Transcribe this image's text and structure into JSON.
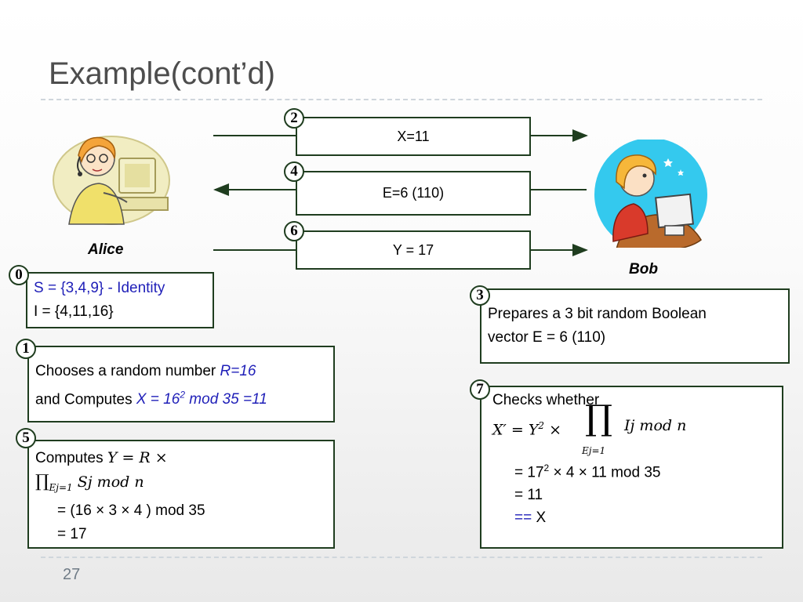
{
  "slide": {
    "title": "Example(cont’d)",
    "page_number": "27"
  },
  "actors": {
    "alice": "Alice",
    "bob": "Bob"
  },
  "messages": [
    {
      "step": "2",
      "label": "X=11",
      "direction": "right"
    },
    {
      "step": "4",
      "label": "E=6 (110)",
      "direction": "left"
    },
    {
      "step": "6",
      "label": "Y = 17",
      "direction": "right"
    }
  ],
  "step0": {
    "num": "0",
    "line1": "S = {3,4,9} - Identity",
    "line2": "I = {4,11,16}"
  },
  "step1": {
    "num": "1",
    "text1": "Chooses a random number ",
    "r_value": "R=16",
    "text2": "and Computes ",
    "formula_a": "X = 16",
    "formula_sup": "2",
    "formula_b": " mod 35 =11"
  },
  "step3": {
    "num": "3",
    "line1": "Prepares a 3 bit random Boolean",
    "line2": "vector E = 6 (110)"
  },
  "step5": {
    "num": "5",
    "prefix": "Computes ",
    "formula1": "Y = R ×",
    "formula2": "∏",
    "formula2_sub": "Ej=1",
    "formula2_rest": " Sj mod n",
    "line3": "= (16 × 3 × 4 ) mod 35",
    "line4": "= 17"
  },
  "step7": {
    "num": "7",
    "line1": "Checks whether",
    "formula_lhs": "X′ = Y",
    "formula_sup": "2",
    "formula_times": " ×",
    "formula_prod": "∏",
    "formula_sub": "Ej=1",
    "formula_rest": "Ij mod n",
    "line3a": "= 17",
    "line3sup": "2",
    "line3b": " × 4 × 11 mod 35",
    "line4": "= 11",
    "line5_op": "==",
    "line5_val": " X"
  },
  "colors": {
    "box_border": "#1f3d1f",
    "blue_text": "#1f1fb8",
    "title": "#4d4d4d"
  }
}
